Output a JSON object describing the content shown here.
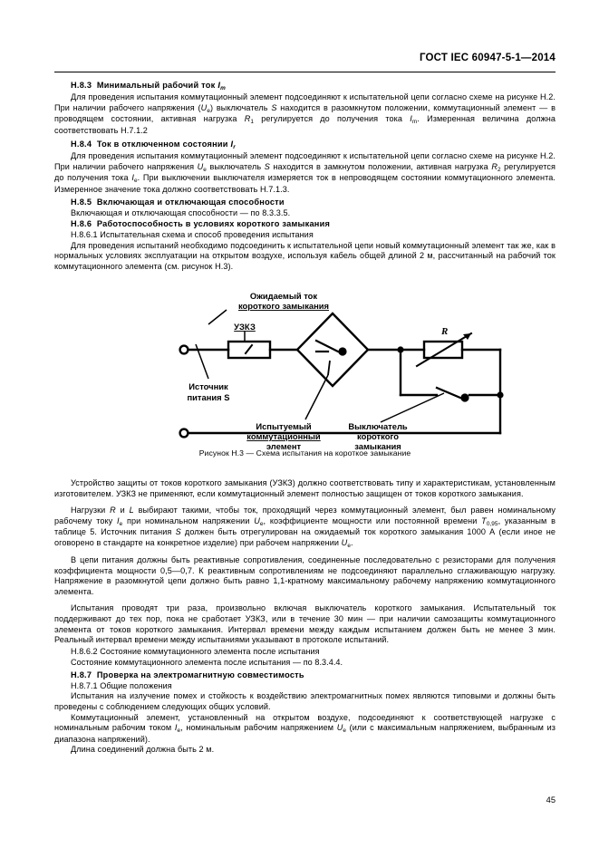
{
  "document": {
    "standard_header": "ГОСТ IEC 60947-5-1—2014",
    "page_number": "45"
  },
  "sections": [
    {
      "id": "H.8.3",
      "heading_number": "Н.8.3",
      "heading_text": "Минимальный рабочий ток",
      "heading_symbol": "Im",
      "paragraphs": [
        "Для проведения испытания коммутационный элемент подсоединяют к испытательной цепи согласно схеме на рисунке Н.2. При наличии рабочего напряжения (Ue) выключатель S находится в разомкнутом положении, коммутационный элемент — в проводящем состоянии, активная нагрузка R1 регулируется до получения тока Im. Измеренная величина должна соответствовать Н.7.1.2"
      ]
    },
    {
      "id": "H.8.4",
      "heading_number": "Н.8.4",
      "heading_text": "Ток в отключенном состоянии",
      "heading_symbol": "Ir",
      "paragraphs": [
        "Для проведения испытания коммутационный элемент подсоединяют к испытательной цепи согласно схеме на рисунке Н.2. При наличии рабочего напряжения Ue выключатель S находится в замкнутом положении, активная нагрузка R2 регулируется до получения тока Ie. При выключении выключателя измеряется ток в непроводящем состоянии коммутационного элемента. Измеренное значение тока должно соответствовать Н.7.1.3."
      ]
    },
    {
      "id": "H.8.5",
      "heading_number": "Н.8.5",
      "heading_text": "Включающая и отключающая способности",
      "paragraphs": [
        "Включающая и отключающая способности — по 8.3.3.5."
      ]
    },
    {
      "id": "H.8.6",
      "heading_number": "Н.8.6",
      "heading_text": "Работоспособность в условиях короткого замыкания",
      "sub_heading": "Н.8.6.1  Испытательная схема и способ проведения испытания",
      "paragraphs": [
        "Для проведения испытаний необходимо подсоединить к испытательной цепи новый коммутационный элемент так же, как в нормальных условиях эксплуатации на открытом воздухе, используя кабель общей длиной 2 м, рассчитанный на рабочий ток коммутационного элемента (см. рисунок Н.3)."
      ]
    }
  ],
  "figure": {
    "caption": "Рисунок Н.3 — Схема испытания на короткое замыкание",
    "labels": {
      "prospective_current": "Ожидаемый ток",
      "prospective_current_line2": "короткого замыкания",
      "protection_device": "УЗКЗ",
      "power_source_line1": "Источник",
      "power_source_line2": "питания S",
      "device_under_test_line1": "Испытуемый",
      "device_under_test_line2": "коммутационный",
      "device_under_test_line3": "элемент",
      "short_circuit_switch_line1": "Выключатель",
      "short_circuit_switch_line2": "короткого",
      "short_circuit_switch_line3": "замыкания",
      "resistor": "R"
    }
  },
  "body_after_figure": {
    "paragraph_1": "Устройство защиты от токов короткого замыкания (УЗКЗ) должно соответствовать типу и характеристикам, установленным изготовителем. УЗКЗ не применяют, если коммутационный элемент полностью защищен от токов короткого замыкания.",
    "paragraph_2": "Нагрузки R и L выбирают такими, чтобы ток, проходящий через коммутационный элемент, был равен номинальному рабочему току Ie при номинальном напряжении Ue, коэффициенте мощности или постоянной времени T0,95, указанным в таблице 5. Источник питания S должен быть отрегулирован на ожидаемый ток короткого замыкания 1000 А (если иное не оговорено в стандарте на конкретное изделие) при рабочем напряжении Ue.",
    "paragraph_3": "В цепи питания должны быть реактивные сопротивления, соединенные последовательно с резисторами для получения коэффициента мощности 0,5—0,7. К реактивным сопротивлениям не подсоединяют параллельно сглаживающую нагрузку. Напряжение в разомкнутой цепи должно быть равно 1,1-кратному максимальному рабочему напряжению коммутационного элемента.",
    "paragraph_4": "Испытания проводят три раза, произвольно включая выключатель короткого замыкания. Испытательный ток поддерживают до тех пор, пока не сработает УЗКЗ, или в течение 30 мин — при наличии самозащиты коммутационного элемента от токов короткого замыкания. Интервал времени между каждым испытанием должен быть не менее 3 мин. Реальный интервал времени между испытаниями указывают в протоколе испытаний."
  },
  "sections_tail": [
    {
      "id": "H.8.6.2",
      "sub_heading": "Н.8.6.2  Состояние коммутационного элемента после испытания",
      "paragraph": "Состояние коммутационного элемента после испытания — по 8.3.4.4."
    },
    {
      "id": "H.8.7",
      "heading_number": "Н.8.7",
      "heading_text": "Проверка на электромагнитную совместимость",
      "sub_heading": "Н.8.7.1  Общие положения",
      "paragraph_1": "Испытания на излучение помех и стойкость к воздействию электромагнитных помех являются типовыми и должны быть проведены с соблюдением следующих общих условий.",
      "paragraph_2": "Коммутационный элемент, установленный на открытом воздухе, подсоединяют к соответствующей нагрузке с номинальным рабочим током Ie, номинальным рабочим напряжением Ue (или с максимальным напряжением, выбранным из диапазона напряжений).",
      "paragraph_3": "Длина соединений должна быть 2 м."
    }
  ]
}
